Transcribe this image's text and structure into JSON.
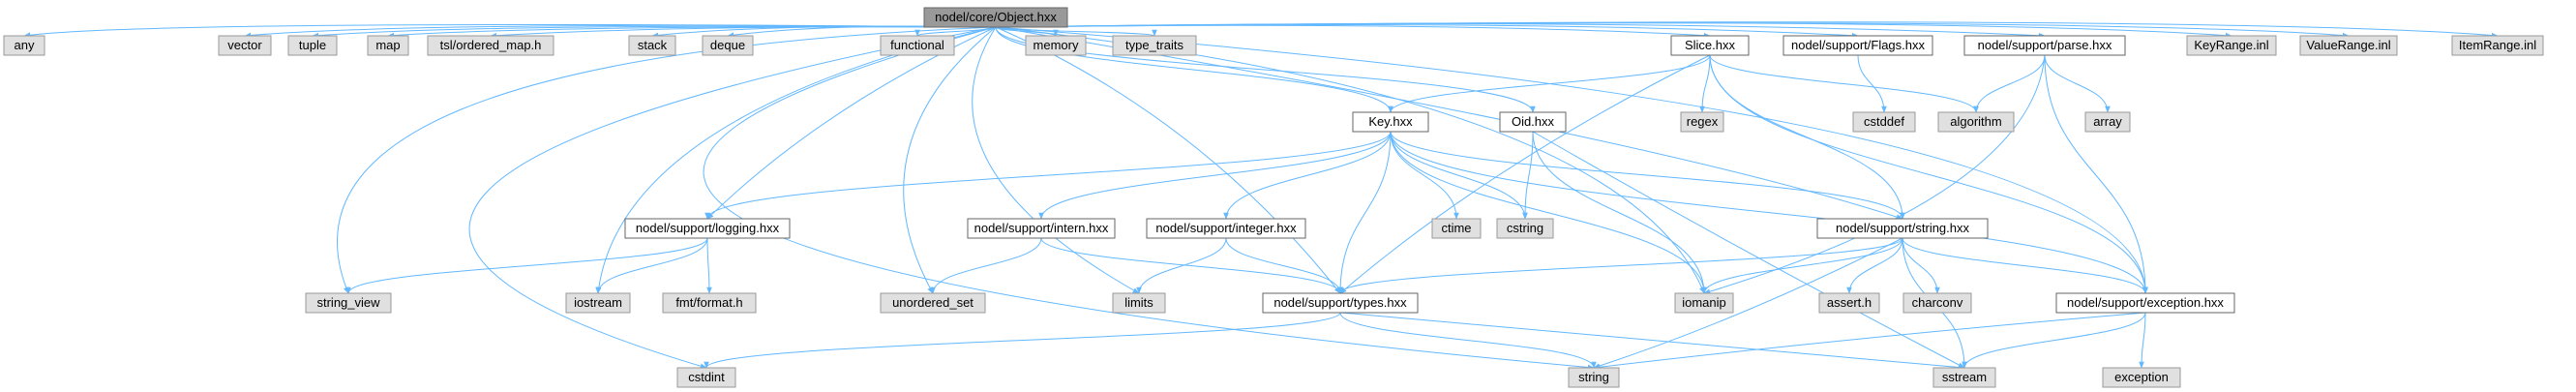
{
  "colors": {
    "edge": "#63b8ff",
    "root_fill": "#999999",
    "local_fill": "#ffffff",
    "system_fill": "#e0e0e0",
    "border_dark": "#666666",
    "border_light": "#999999"
  },
  "nodes": {
    "root": "nodel/core/Object.hxx",
    "any": "any",
    "vector": "vector",
    "tuple": "tuple",
    "map": "map",
    "ordered_map": "tsl/ordered_map.h",
    "stack": "stack",
    "deque": "deque",
    "functional": "functional",
    "memory": "memory",
    "type_traits": "type_traits",
    "slice": "Slice.hxx",
    "flags": "nodel/support/Flags.hxx",
    "parse": "nodel/support/parse.hxx",
    "keyrange": "KeyRange.inl",
    "valuerange": "ValueRange.inl",
    "itemrange": "ItemRange.inl",
    "regex": "regex",
    "cstddef": "cstddef",
    "algorithm": "algorithm",
    "array": "array",
    "key": "Key.hxx",
    "oid": "Oid.hxx",
    "logging": "nodel/support/logging.hxx",
    "intern": "nodel/support/intern.hxx",
    "integer": "nodel/support/integer.hxx",
    "ctime": "ctime",
    "cstring": "cstring",
    "nstring": "nodel/support/string.hxx",
    "string_view": "string_view",
    "iostream": "iostream",
    "fmt": "fmt/format.h",
    "unordered_set": "unordered_set",
    "limits": "limits",
    "types": "nodel/support/types.hxx",
    "iomanip": "iomanip",
    "assert": "assert.h",
    "charconv": "charconv",
    "exception_hxx": "nodel/support/exception.hxx",
    "cstdint": "cstdint",
    "string": "string",
    "sstream": "sstream",
    "exception": "exception"
  }
}
